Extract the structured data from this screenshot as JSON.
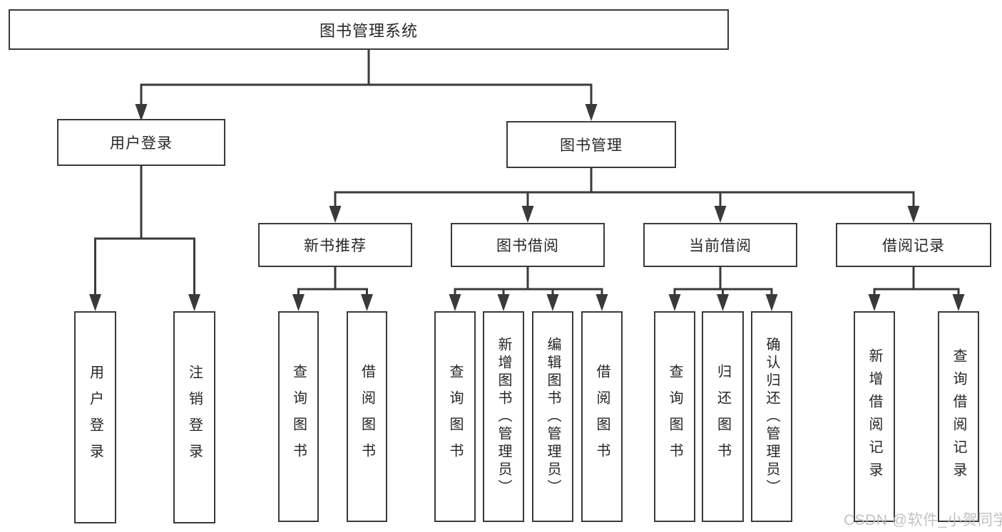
{
  "diagram": {
    "colors": {
      "line": "#3a3a3a",
      "text": "#262626",
      "box_background": "#ffffff",
      "page_background": "#ffffff"
    },
    "nodes": {
      "root": "图书管理系统",
      "user_login": "用户登录",
      "book_management": "图书管理",
      "new_book_recommend": "新书推荐",
      "book_borrowing": "图书借阅",
      "current_borrowing": "当前借阅",
      "borrowing_records": "借阅记录",
      "leaf_user_login": "用户登录",
      "leaf_logout_login": "注销登录",
      "leaf_nb_query_books": "查询图书",
      "leaf_nb_borrow_books": "借阅图书",
      "leaf_bb_query_books": "查询图书",
      "leaf_bb_add_books": "新增图书（管理员）",
      "leaf_bb_edit_books": "编辑图书（管理员）",
      "leaf_bb_borrow_books": "借阅图书",
      "leaf_cb_query_books": "查询图书",
      "leaf_cb_return_books": "归还图书",
      "leaf_cb_confirm_return": "确认归还（管理员）",
      "leaf_br_add_record": "新增借阅记录",
      "leaf_br_query_record": "查询借阅记录"
    },
    "hierarchy": {
      "图书管理系统": {
        "用户登录": [
          "用户登录",
          "注销登录"
        ],
        "图书管理": {
          "新书推荐": [
            "查询图书",
            "借阅图书"
          ],
          "图书借阅": [
            "查询图书",
            "新增图书（管理员）",
            "编辑图书（管理员）",
            "借阅图书"
          ],
          "当前借阅": [
            "查询图书",
            "归还图书",
            "确认归还（管理员）"
          ],
          "借阅记录": [
            "新增借阅记录",
            "查询借阅记录"
          ]
        }
      }
    }
  },
  "watermark": {
    "text": "CSDN @软件_小贺同学"
  }
}
